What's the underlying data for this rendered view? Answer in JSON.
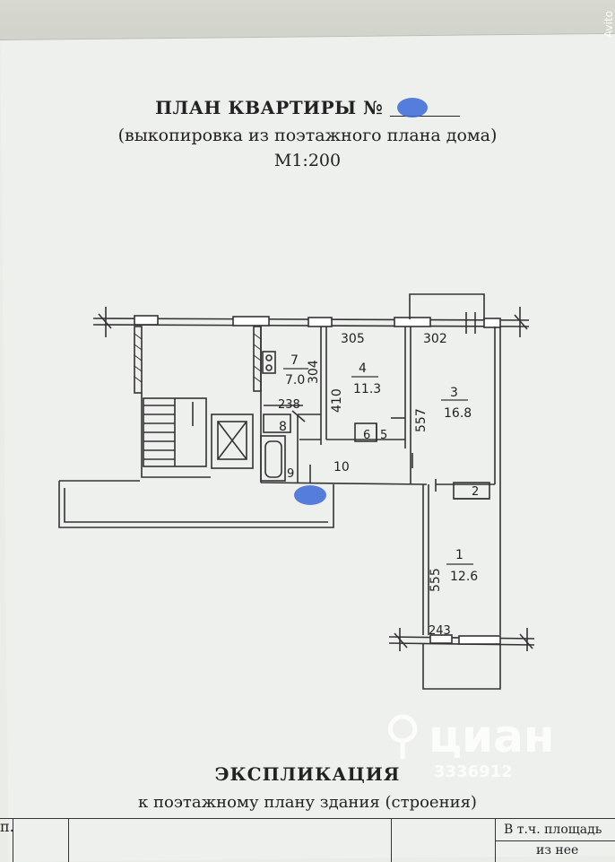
{
  "header": {
    "title": "ПЛАН КВАРТИРЫ №",
    "subtitle": "(выкопировка из поэтажного плана дома)",
    "scale": "М1:200"
  },
  "plan": {
    "rooms": [
      {
        "number": "1",
        "area": "12.6"
      },
      {
        "number": "2",
        "area": ""
      },
      {
        "number": "3",
        "area": "16.8"
      },
      {
        "number": "4",
        "area": "11.3"
      },
      {
        "number": "5",
        "area": ""
      },
      {
        "number": "6",
        "area": ""
      },
      {
        "number": "7",
        "area": "7.0"
      },
      {
        "number": "8",
        "area": ""
      },
      {
        "number": "9",
        "area": ""
      },
      {
        "number": "10",
        "area": ""
      }
    ],
    "dimensions": [
      "305",
      "302",
      "304",
      "410",
      "557",
      "238",
      "555",
      "243"
    ]
  },
  "explication": {
    "title": "ЭКСПЛИКАЦИЯ",
    "subtitle": "к поэтажному плану здания (строения)",
    "table_header_1": "В т.ч. площадь",
    "table_header_2": "из нее",
    "cut_text": "п."
  },
  "watermark": {
    "logo": "⚲",
    "brand": "циан",
    "id": "3336912",
    "corner": "Avito"
  },
  "colors": {
    "paper": "#edf0ec",
    "ink": "#222222",
    "redaction": "#3a68d8"
  }
}
